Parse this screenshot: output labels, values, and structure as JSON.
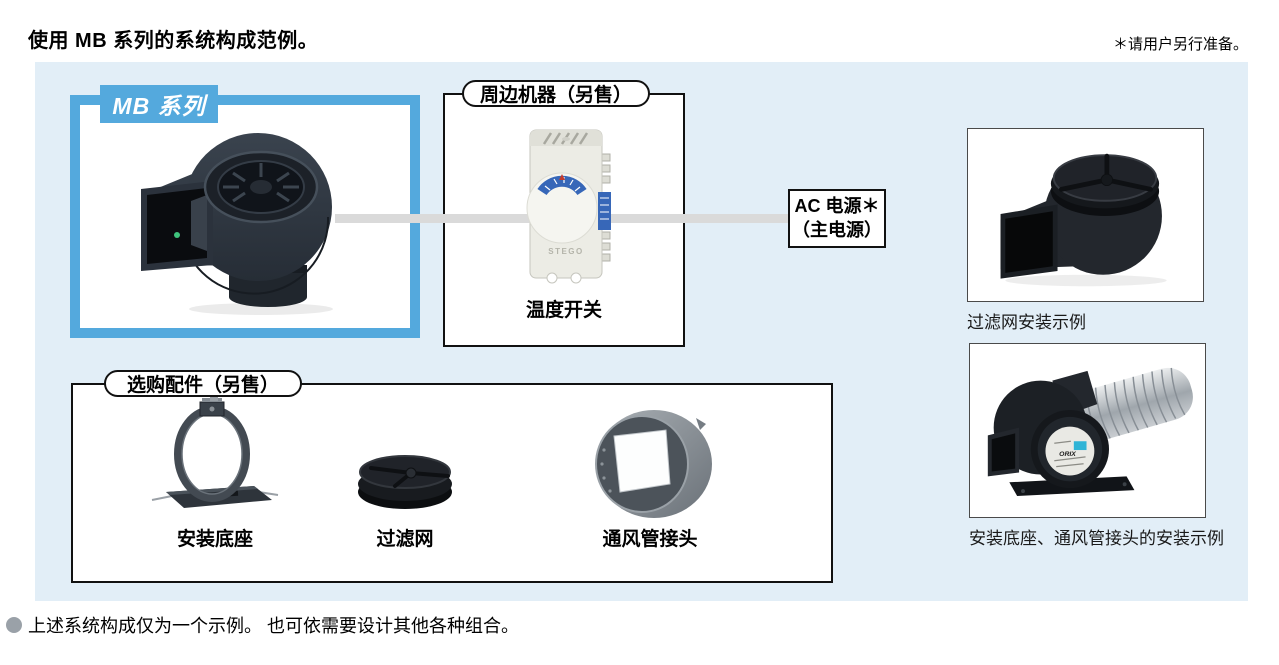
{
  "header": {
    "title": "使用 MB 系列的系统构成范例。",
    "note": "＊请用户另行准备。"
  },
  "mb_box": {
    "label": "MB 系列"
  },
  "peripheral_box": {
    "title": "周边机器（另售）",
    "item_caption": "温度开关"
  },
  "ac_power": {
    "line1": "AC 电源＊",
    "line2": "（主电源）"
  },
  "accessories_box": {
    "title": "选购配件（另售）",
    "items": [
      {
        "caption": "安装底座"
      },
      {
        "caption": "过滤网"
      },
      {
        "caption": "通风管接头"
      }
    ]
  },
  "examples": [
    {
      "caption": "过滤网安装示例"
    },
    {
      "caption": "安装底座、通风管接头的安装示例"
    }
  ],
  "footer": {
    "note": "上述系统构成仅为一个示例。 也可依需要设计其他各种组合。"
  },
  "colors": {
    "accent_blue": "#54A9DD",
    "background_blue": "#E2EEF7",
    "connector_gray": "#DADADA"
  }
}
